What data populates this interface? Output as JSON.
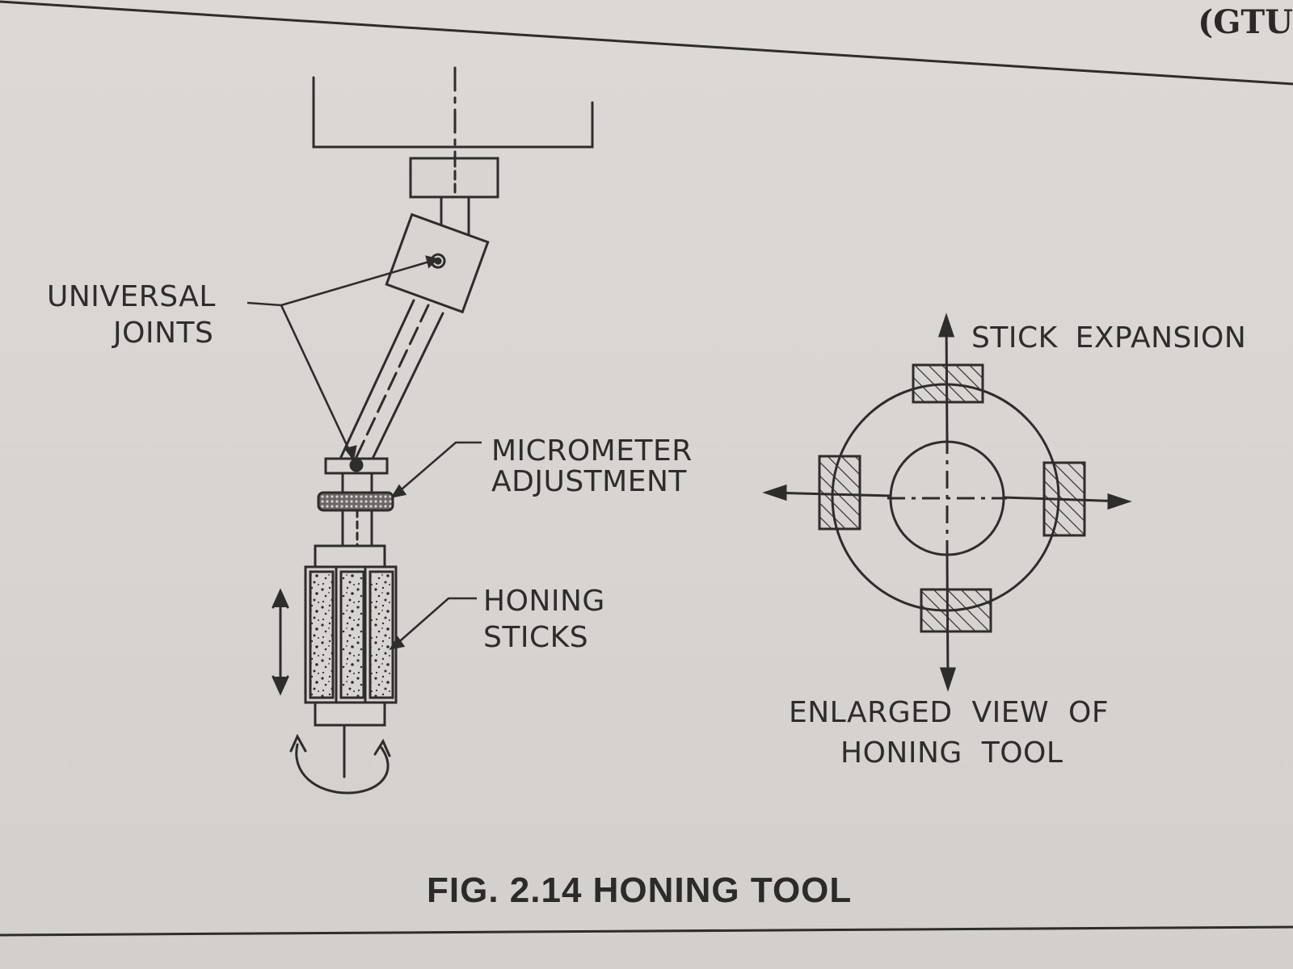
{
  "header": {
    "code": "(GTU"
  },
  "figure": {
    "caption": "FIG. 2.14 HONING TOOL"
  },
  "labels": {
    "universal_line1": "UNIVERSAL",
    "universal_line2": "JOINTS",
    "micrometer_line1": "MICROMETER",
    "micrometer_line2": "ADJUSTMENT",
    "honing_line1": "HONING",
    "honing_line2": "STICKS",
    "stick_expansion": "STICK EXPANSION",
    "enlarged_line1": "ENLARGED VIEW OF",
    "enlarged_line2": "HONING TOOL"
  },
  "colors": {
    "paper": "#d9d5d3",
    "ink": "#2f2c2c"
  }
}
